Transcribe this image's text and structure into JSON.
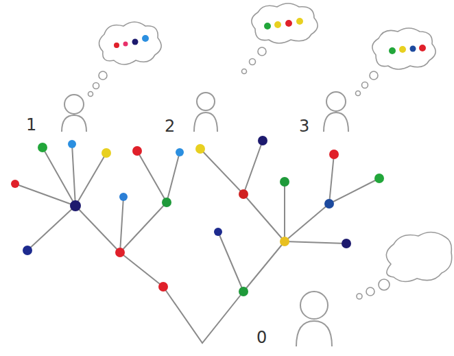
{
  "diagram": {
    "labels": [
      "1",
      "2",
      "3",
      "0"
    ]
  }
}
